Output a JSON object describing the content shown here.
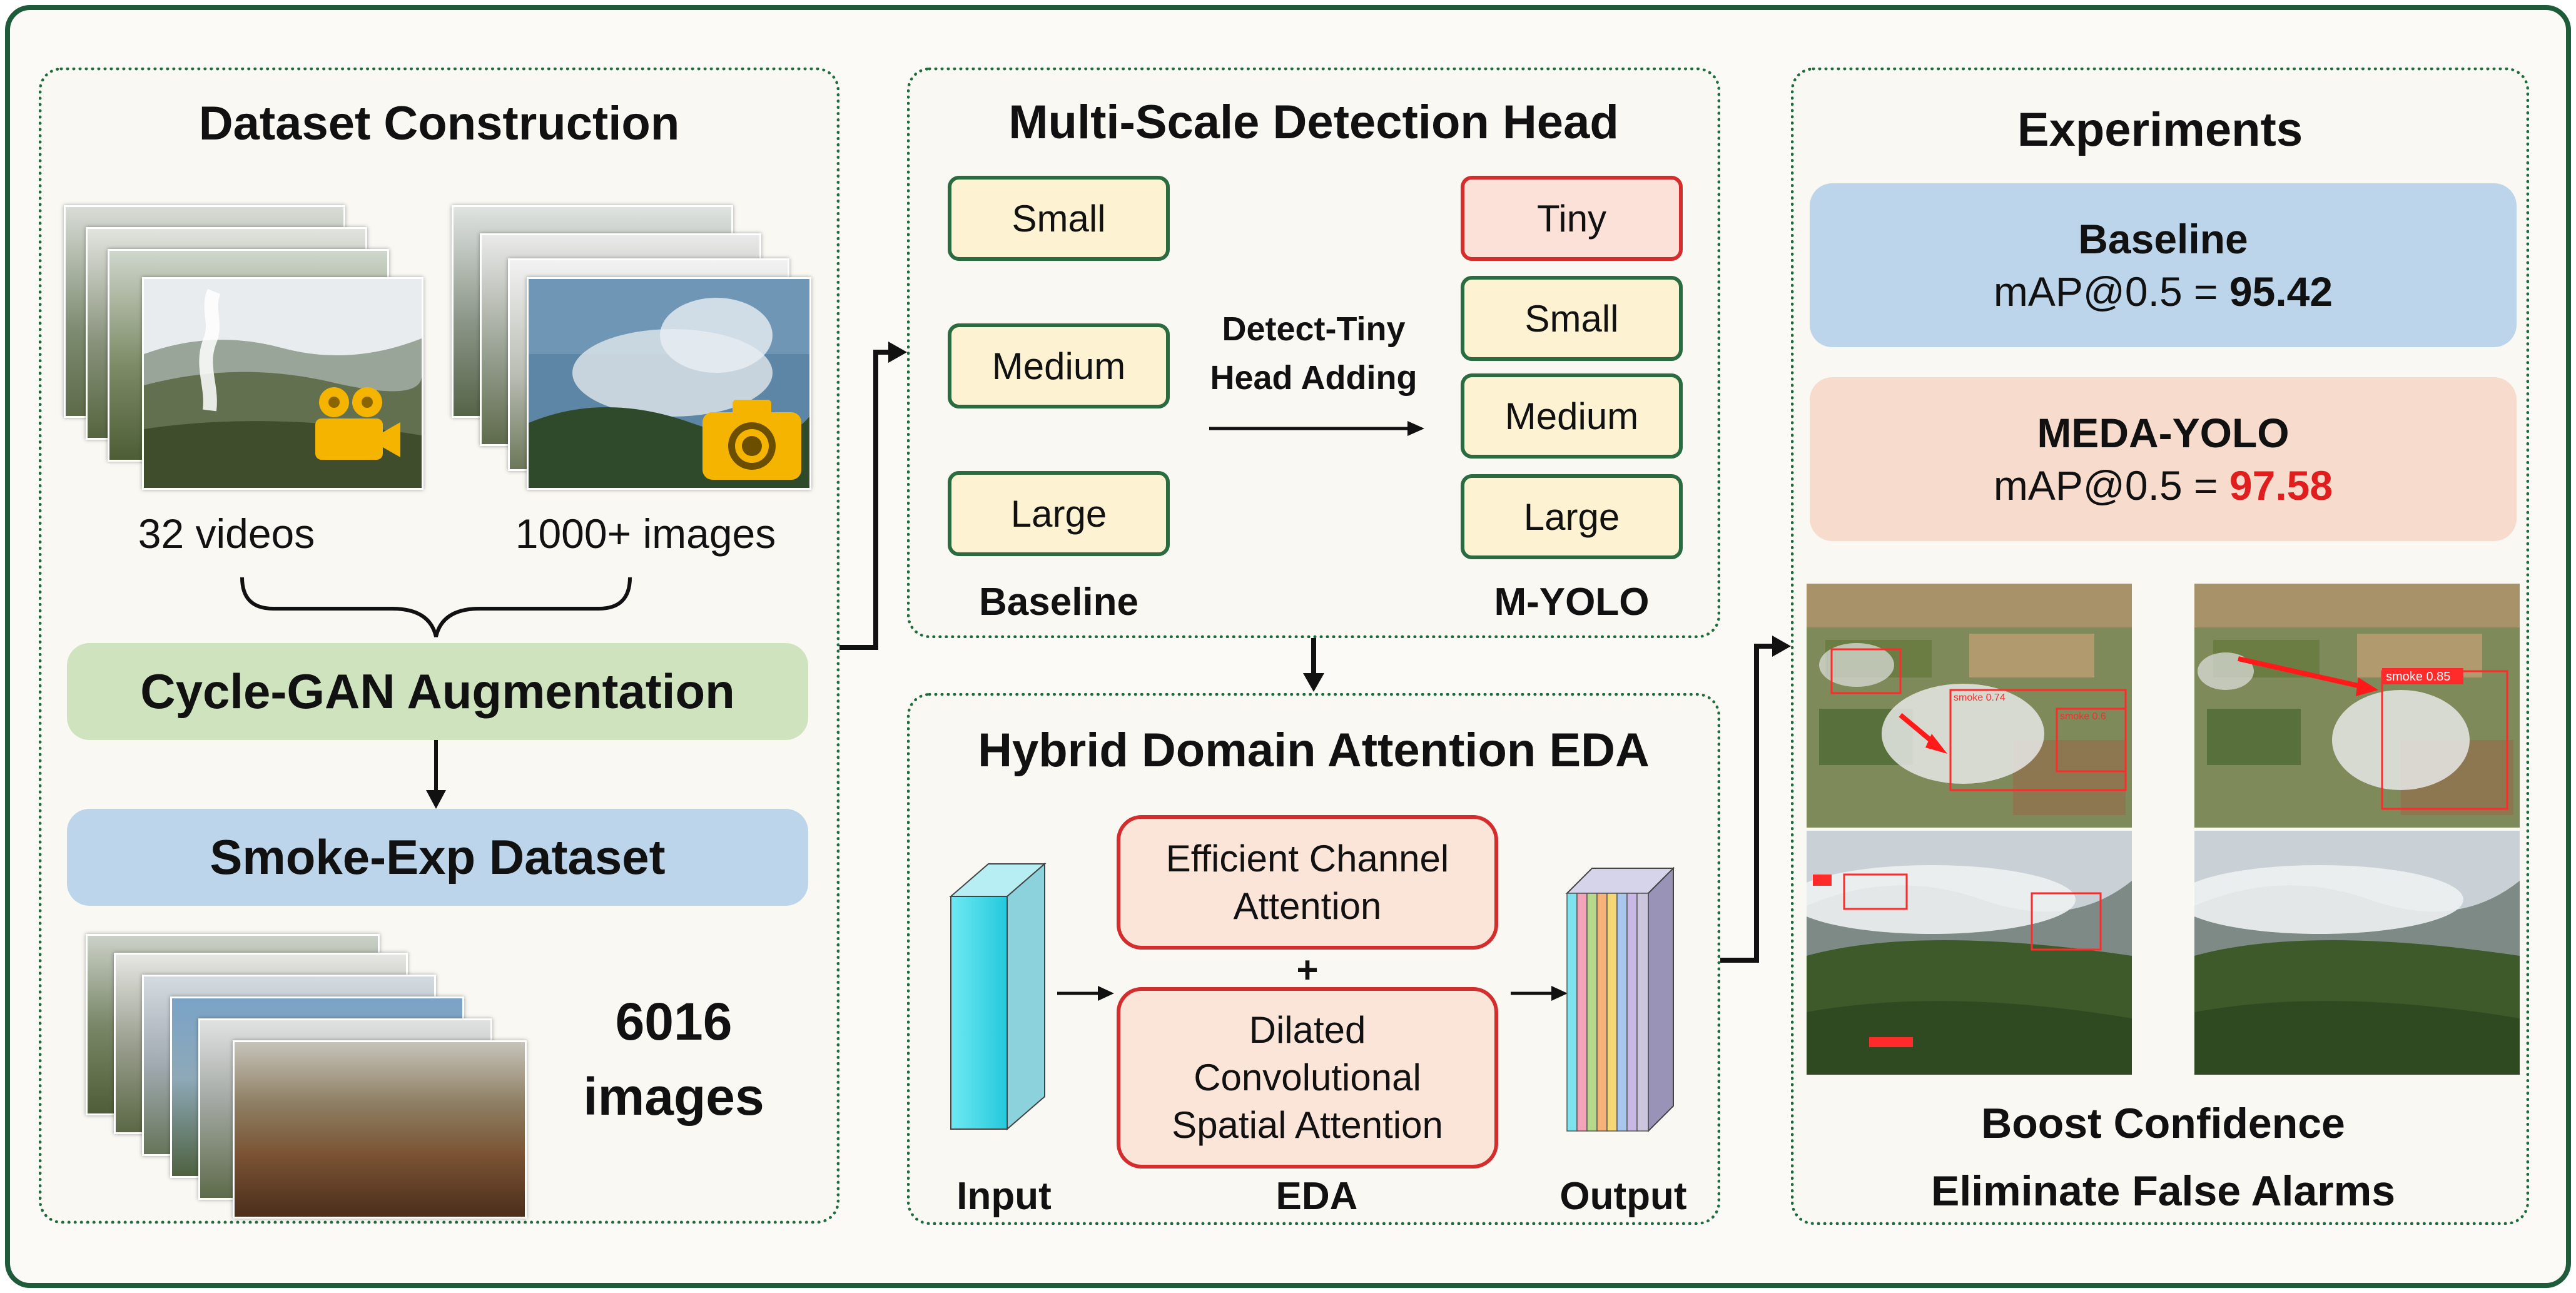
{
  "dataset": {
    "title": "Dataset Construction",
    "videos_label": "32 videos",
    "images_label": "1000+ images",
    "augmentation": "Cycle-GAN Augmentation",
    "dataset_name": "Smoke-Exp Dataset",
    "count_number": "6016",
    "count_unit": "images",
    "icons": [
      "video-camera-icon",
      "photo-camera-icon"
    ]
  },
  "detection_head": {
    "title": "Multi-Scale Detection Head",
    "baseline_scales": [
      "Small",
      "Medium",
      "Large"
    ],
    "myolo_scales": [
      "Tiny",
      "Small",
      "Medium",
      "Large"
    ],
    "arrow_label_line1": "Detect-Tiny",
    "arrow_label_line2": "Head Adding",
    "baseline_caption": "Baseline",
    "myolo_caption": "M-YOLO"
  },
  "attention": {
    "title": "Hybrid Domain Attention EDA",
    "eca_line1": "Efficient Channel",
    "eca_line2": "Attention",
    "plus": "+",
    "dcsa_line1": "Dilated",
    "dcsa_line2": "Convolutional",
    "dcsa_line3": "Spatial Attention",
    "input_label": "Input",
    "eda_label": "EDA",
    "output_label": "Output"
  },
  "experiments": {
    "title": "Experiments",
    "baseline_name": "Baseline",
    "baseline_metric": "mAP@0.5 = ",
    "baseline_value": "95.42",
    "meda_name": "MEDA-YOLO",
    "meda_metric": "mAP@0.5 = ",
    "meda_value": "97.58",
    "det_labels": [
      "smoke 0.74",
      "smoke 0.6",
      "smoke 0.85"
    ],
    "caption_line1": "Boost Confidence",
    "caption_line2": "Eliminate False Alarms"
  },
  "colors": {
    "frame_green": "#1e5b3a",
    "aug_green": "#cfe3bf",
    "dataset_blue": "#bcd5ea",
    "meda_peach": "#f7dccd",
    "highlight_red": "#e01e1e",
    "scale_fill": "#fdf2d2"
  }
}
